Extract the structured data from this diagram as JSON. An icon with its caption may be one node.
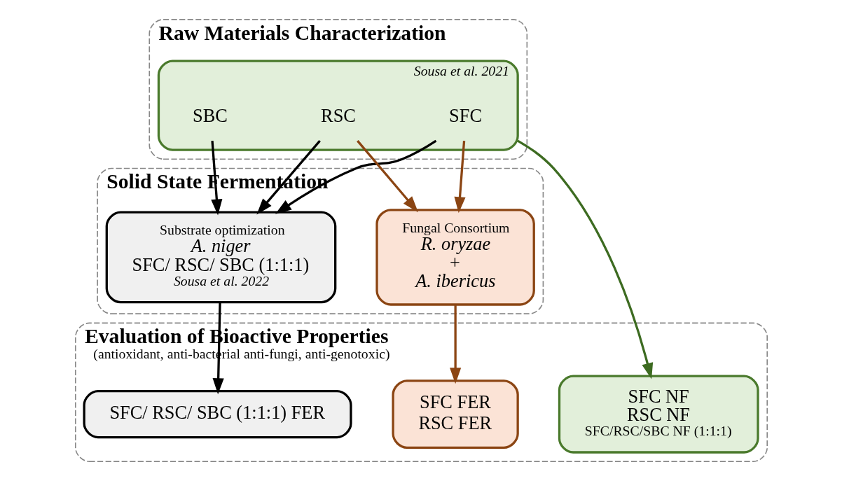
{
  "diagram": {
    "nodes": [
      {
        "text": [
          "Raw Materials Characterization"
        ]
      },
      {
        "text": [
          "Sousa et al. 2021"
        ],
        "in": 0
      },
      {
        "text": [
          "SFC"
        ],
        "in": 1
      },
      {
        "text": [
          "RSC"
        ],
        "in": 1
      },
      {
        "text": [
          "SBC"
        ],
        "in": 1
      },
      {
        "text": [
          "Solid State Fermentation"
        ]
      },
      {
        "text": [
          "Fungal Consortium",
          "R. oryzae",
          "+",
          "A. ibericus"
        ],
        "in": 5
      },
      {
        "text": [
          "Substrate optimization",
          "A. niger",
          "SFC/ RSC/ SBC (1:1:1)",
          "Sousa et al. 2022"
        ],
        "in": 5
      },
      {
        "text": [
          "Evaluation of Bioactive Properties",
          "(antioxidant, anti-bacterial anti-fungi, anti-genotoxic)"
        ]
      },
      {
        "text": [
          "SFC NF",
          "RSC NF",
          "SFC/RSC/SBC NF (1:1:1)"
        ],
        "in": 8
      },
      {
        "text": [
          "SFC FER",
          "RSC FER"
        ],
        "in": 8
      },
      {
        "text": [
          "SFC/ RSC/ SBC (1:1:1) FER"
        ],
        "in": 8
      }
    ],
    "edges": [
      {
        "from": 2,
        "to": 6,
        "arrow": "to",
        "color": "#8b4513"
      },
      {
        "from": 3,
        "to": 6,
        "arrow": "to",
        "color": "#8b4513"
      },
      {
        "from": 2,
        "to": 7,
        "arrow": "to"
      },
      {
        "from": 3,
        "to": 7,
        "arrow": "to"
      },
      {
        "from": 4,
        "to": 7,
        "arrow": "to"
      },
      {
        "from": 1,
        "to": 9,
        "arrow": "to",
        "color": "#3d6b21"
      },
      {
        "from": 6,
        "to": 10,
        "arrow": "to",
        "color": "#8b4513"
      },
      {
        "from": 7,
        "to": 11,
        "arrow": "to"
      }
    ]
  }
}
